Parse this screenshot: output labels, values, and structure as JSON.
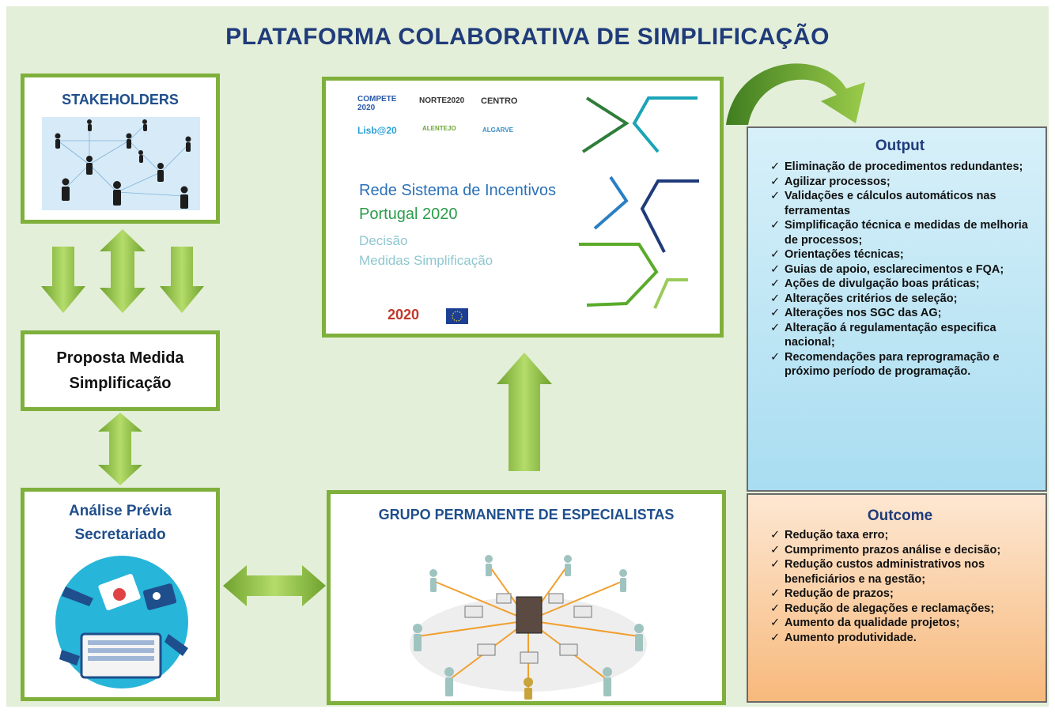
{
  "title": "PLATAFORMA COLABORATIVA DE SIMPLIFICAÇÃO",
  "stakeholders": {
    "title": "STAKEHOLDERS"
  },
  "proposta": {
    "line1": "Proposta Medida",
    "line2": "Simplificação"
  },
  "analise": {
    "line1": "Análise Prévia",
    "line2": "Secretariado"
  },
  "grupo": {
    "title": "GRUPO PERMANENTE DE ESPECIALISTAS"
  },
  "rede": {
    "logos": [
      "COMPETE 2020",
      "NORTE2020",
      "CENTRO",
      "Lisb@20",
      "ALENTEJO",
      "ALGARVE"
    ],
    "line1": "Rede Sistema de Incentivos",
    "line2": "Portugal 2020",
    "line3": "Decisão",
    "line4": "Medidas Simplificação",
    "footer_logo": "2020"
  },
  "output": {
    "title": "Output",
    "items": [
      "Eliminação de procedimentos redundantes;",
      "Agilizar processos;",
      "Validações e cálculos automáticos nas ferramentas",
      "Simplificação técnica e medidas de melhoria de processos;",
      "Orientações técnicas;",
      "Guias de apoio, esclarecimentos e FQA;",
      "Ações de divulgação boas práticas;",
      "Alterações critérios de seleção;",
      "Alterações nos SGC das AG;",
      "Alteração á regulamentação especifica nacional;",
      "Recomendações para reprogramação e próximo período de programação."
    ]
  },
  "outcome": {
    "title": "Outcome",
    "items": [
      "Redução taxa erro;",
      "Cumprimento prazos análise e decisão;",
      "Redução custos administrativos nos beneficiários e na gestão;",
      "Redução de prazos;",
      "Redução de alegações e reclamações;",
      "Aumento da qualidade projetos;",
      "Aumento produtividade."
    ]
  },
  "colors": {
    "frame_green": "#7fb03c",
    "title_blue": "#1f3b7a",
    "output_bg": "#bfe6f5",
    "outcome_bg": "#fbd3a9",
    "arrow_green": "#8cbf3f"
  }
}
